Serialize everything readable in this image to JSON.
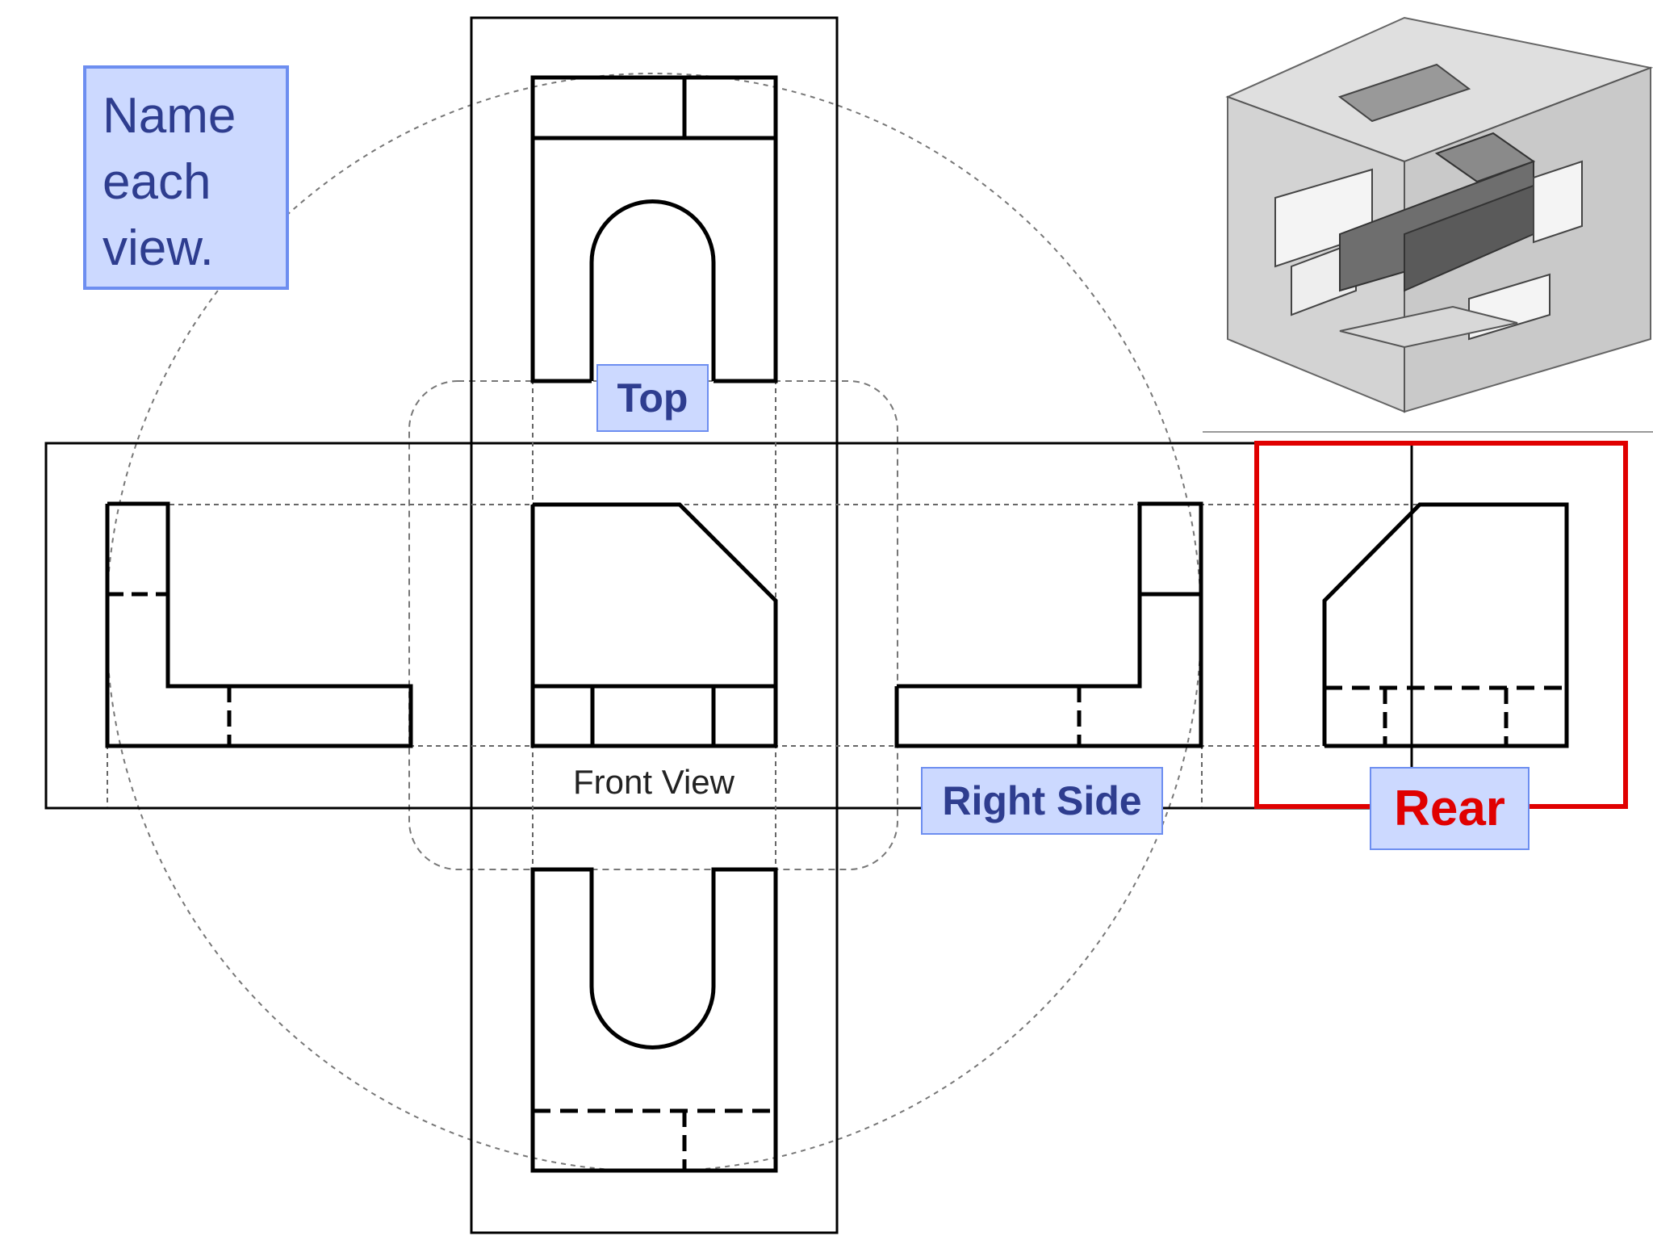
{
  "prompt": {
    "text": "Name\neach\nview."
  },
  "labels": {
    "top": "Top",
    "front": "Front View",
    "right_side": "Right Side",
    "rear": "Rear"
  },
  "colors": {
    "label_fill": "#ccd9ff",
    "label_border": "#6d8ef0",
    "label_text": "#2e3d8f",
    "rear_highlight": "#e00000",
    "line": "#000000"
  },
  "isometric_icon": "transparent-block-isometric"
}
